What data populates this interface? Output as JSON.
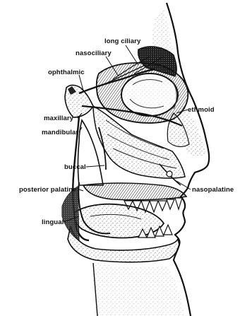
{
  "labels": {
    "long_ciliary": "long ciliary",
    "nasociliary": "nasociliary",
    "ophthalmic": "ophthalmic",
    "ethmoid": "ethmoid",
    "maxillary": "maxillary",
    "mandibular": "mandibular",
    "buccal": "buccal",
    "posterior_palatine": "posterior palatine",
    "nasopalatine": "nasopalatine",
    "lingual": "lingual"
  },
  "colors": {
    "ink": "#111111",
    "paper": "#ffffff",
    "shade": "#2a2a2a"
  }
}
